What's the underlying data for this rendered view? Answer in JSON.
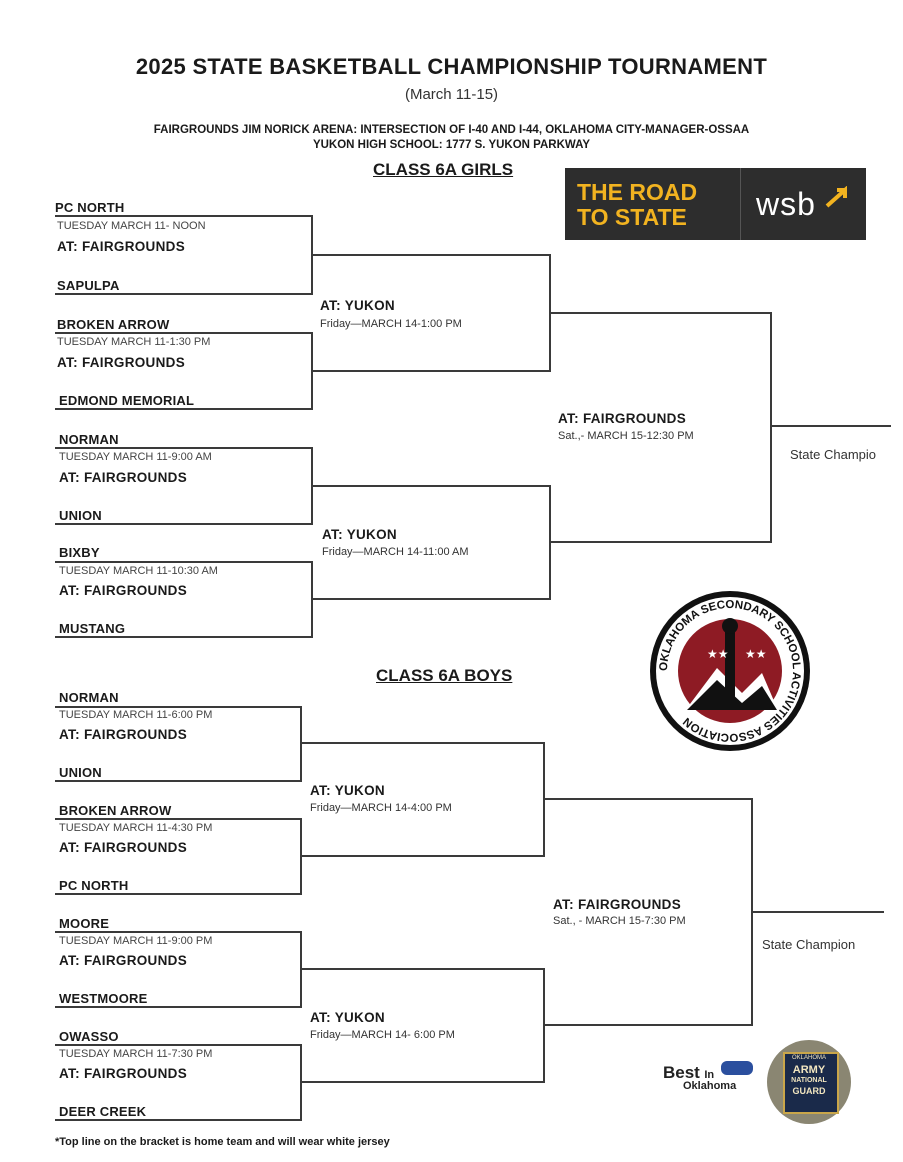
{
  "header": {
    "title": "2025 STATE  BASKETBALL  CHAMPIONSHIP  TOURNAMENT",
    "dates": "(March 11-15)",
    "venue1": "FAIRGROUNDS JIM NORICK ARENA:  INTERSECTION OF I-40 AND I-44, OKLAHOMA CITY-MANAGER-OSSAA",
    "venue2": "YUKON HIGH SCHOOL:  1777 S. YUKON PARKWAY"
  },
  "girls": {
    "heading": "CLASS 6A GIRLS",
    "teams": [
      "PC NORTH",
      "SAPULPA",
      "BROKEN ARROW",
      "EDMOND MEMORIAL",
      "NORMAN",
      "UNION",
      "BIXBY",
      "MUSTANG"
    ],
    "games": [
      "TUESDAY MARCH 11- NOON",
      "TUESDAY MARCH 11-1:30 PM",
      "TUESDAY MARCH 11-9:00 AM",
      "TUESDAY MARCH 11-10:30 AM"
    ],
    "game_at": "AT:  FAIRGROUNDS",
    "semi_at": "AT:  YUKON",
    "semis": [
      "Friday—MARCH 14-1:00 PM",
      "Friday—MARCH 14-11:00 AM"
    ],
    "final_at": "AT:  FAIRGROUNDS",
    "final": "Sat.,- MARCH 15-12:30 PM",
    "champion": "State Champio"
  },
  "boys": {
    "heading": "CLASS 6A BOYS",
    "teams": [
      "NORMAN",
      "UNION",
      "BROKEN ARROW",
      "PC NORTH",
      "MOORE",
      "WESTMOORE",
      "OWASSO",
      "DEER CREEK"
    ],
    "games": [
      "TUESDAY MARCH 11-6:00 PM",
      "TUESDAY MARCH 11-4:30 PM",
      "TUESDAY MARCH 11-9:00 PM",
      "TUESDAY MARCH 11-7:30 PM"
    ],
    "game_at": "AT:  FAIRGROUNDS",
    "semi_at": "AT:  YUKON",
    "semis": [
      "Friday—MARCH 14-4:00 PM",
      "Friday—MARCH 14- 6:00 PM"
    ],
    "final_at": "AT:  FAIRGROUNDS",
    "final": "Sat., - MARCH 15-7:30 PM",
    "champion": "State Champion"
  },
  "logos": {
    "road_line1": "THE ROAD",
    "road_line2": "TO STATE",
    "wsb": "wsb",
    "seal_text": "OKLAHOMA SECONDARY SCHOOL ACTIVITIES ASSOCIATION",
    "best_line1": "Best",
    "best_in": "In",
    "best_line2": "Oklahoma",
    "guard_line1": "OKLAHOMA",
    "guard_line2": "ARMY",
    "guard_line3": "NATIONAL",
    "guard_line4": "GUARD",
    "accent_gold": "#f2b320",
    "seal_red": "#8e1b24"
  },
  "footer_note": "*Top line on the bracket is home team and will wear white jersey"
}
